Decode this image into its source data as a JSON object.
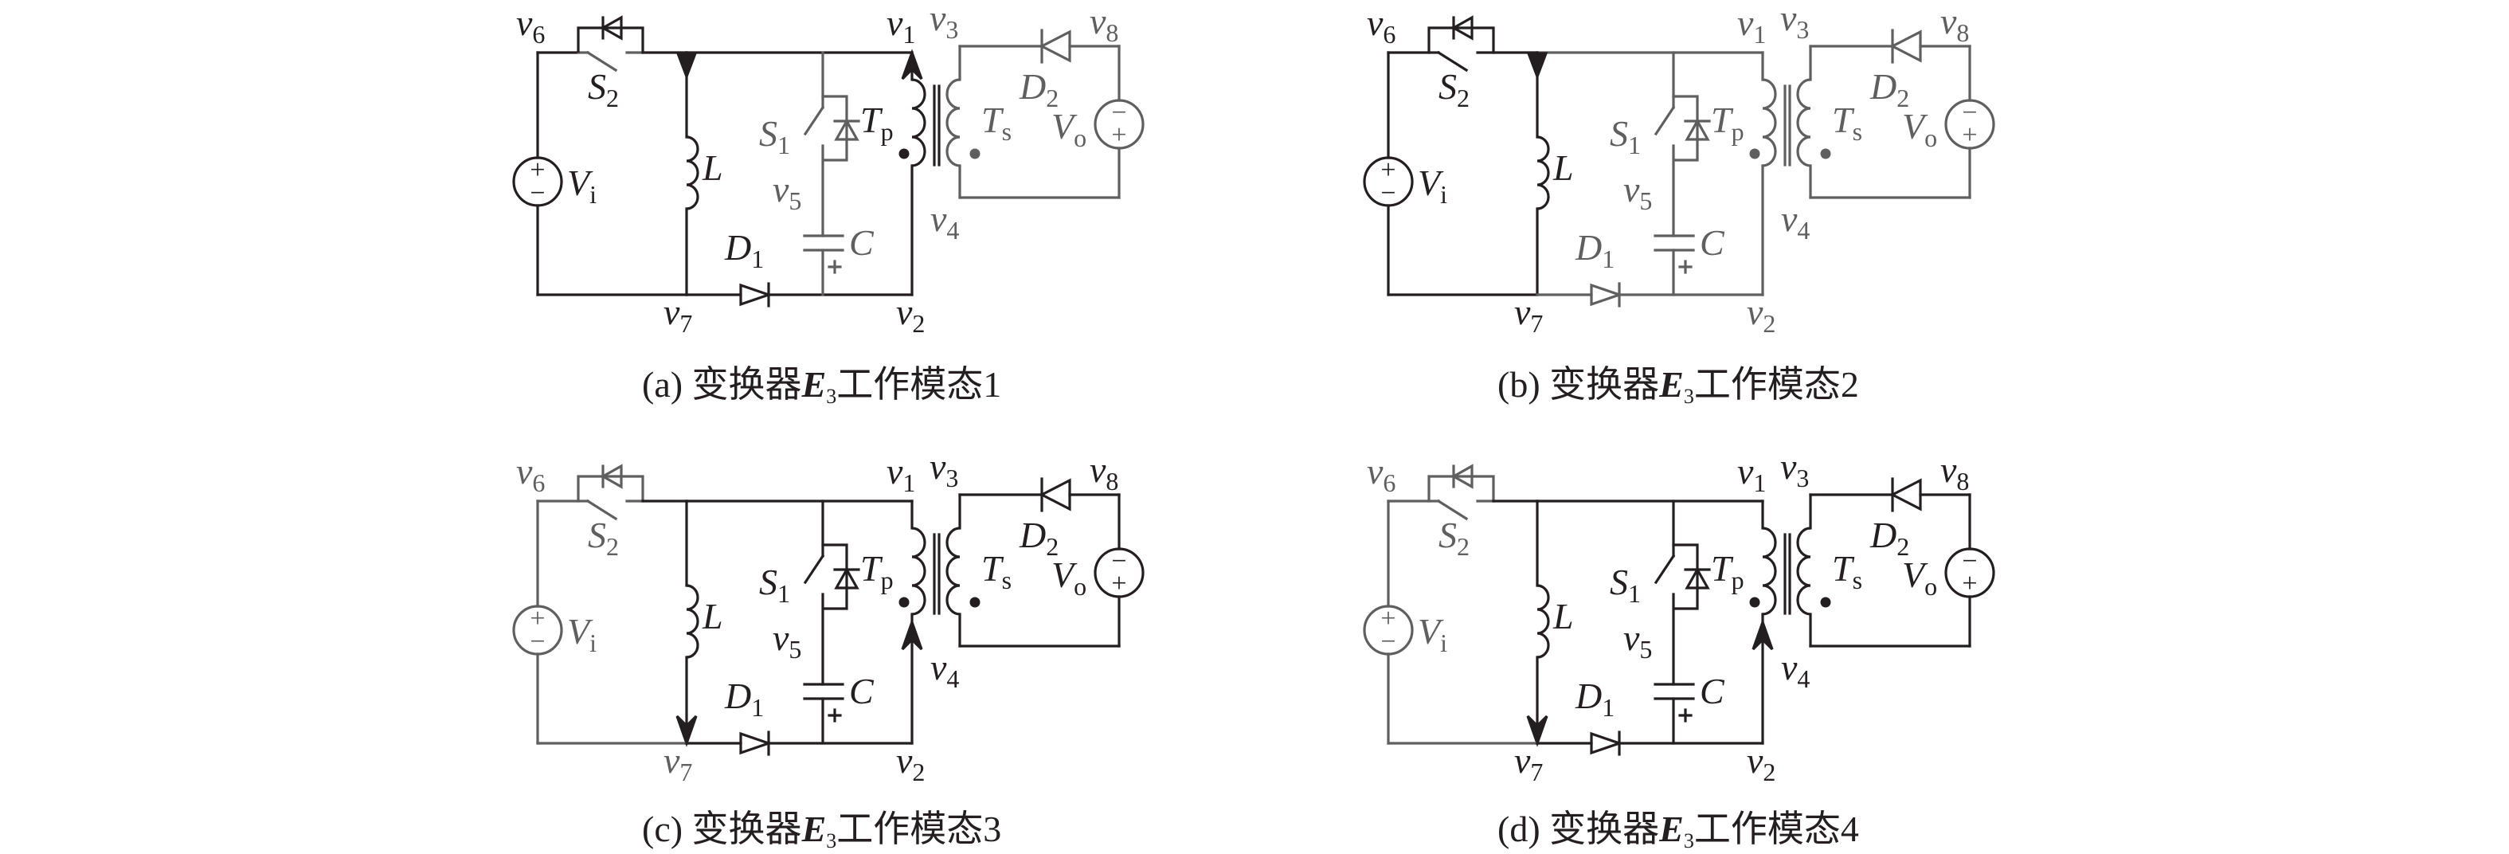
{
  "figure": {
    "colors": {
      "active": "#231f20",
      "inactive": "#5f5f5f"
    },
    "panels": [
      {
        "id": "a",
        "caption": {
          "prefix": "(a) 变换器",
          "symbol": "E",
          "subscript": "3",
          "suffix": "工作模态1"
        },
        "state": {
          "vi": "active",
          "s2_switch": "inactive",
          "s2_diode": "active",
          "s2_left": "active",
          "s2_right": "active",
          "top_left": "active",
          "top_right": "active",
          "inductor": "active",
          "bottom_left": "active",
          "bottom_right": "active",
          "d1": "active",
          "s1_branch": "inactive",
          "cap": "inactive",
          "tp": "active",
          "secondary": "inactive",
          "arrow_l_top": true,
          "arrow_tp_top": true,
          "arrow_l_bottom": false,
          "arrow_tp_bottom": false,
          "dot_tp": "active",
          "dot_ts": "inactive"
        },
        "labels": {
          "v6": "active",
          "v1": "active",
          "v3": "inactive",
          "v8": "inactive",
          "S2": "active",
          "Vi": "active",
          "L": "active",
          "S1": "inactive",
          "Tp": "active",
          "Ts": "inactive",
          "D2": "inactive",
          "Vo": "inactive",
          "v5": "inactive",
          "v4": "inactive",
          "D1": "active",
          "C": "inactive",
          "v7": "active",
          "v2": "active"
        }
      },
      {
        "id": "b",
        "caption": {
          "prefix": "(b) 变换器",
          "symbol": "E",
          "subscript": "3",
          "suffix": "工作模态2"
        },
        "state": {
          "vi": "active",
          "s2_switch": "active",
          "s2_diode": "active",
          "s2_left": "active",
          "s2_right": "active",
          "top_left": "active",
          "top_right": "inactive",
          "inductor": "active",
          "bottom_left": "active",
          "bottom_right": "inactive",
          "d1": "inactive",
          "s1_branch": "inactive",
          "cap": "inactive",
          "tp": "inactive",
          "secondary": "inactive",
          "arrow_l_top": true,
          "arrow_tp_top": false,
          "arrow_l_bottom": false,
          "arrow_tp_bottom": false,
          "dot_tp": "inactive",
          "dot_ts": "inactive"
        },
        "labels": {
          "v6": "active",
          "v1": "inactive",
          "v3": "inactive",
          "v8": "inactive",
          "S2": "active",
          "Vi": "active",
          "L": "active",
          "S1": "inactive",
          "Tp": "inactive",
          "Ts": "inactive",
          "D2": "inactive",
          "Vo": "inactive",
          "v5": "inactive",
          "v4": "inactive",
          "D1": "inactive",
          "C": "inactive",
          "v7": "active",
          "v2": "inactive"
        }
      },
      {
        "id": "c",
        "caption": {
          "prefix": "(c) 变换器",
          "symbol": "E",
          "subscript": "3",
          "suffix": "工作模态3"
        },
        "state": {
          "vi": "inactive",
          "s2_switch": "inactive",
          "s2_diode": "inactive",
          "s2_left": "inactive",
          "s2_right": "inactive",
          "top_left": "active",
          "top_right": "active",
          "inductor": "active",
          "bottom_left": "inactive",
          "bottom_right": "active",
          "d1": "active",
          "s1_branch": "active",
          "cap": "active",
          "tp": "active",
          "secondary": "active",
          "arrow_l_top": false,
          "arrow_tp_top": false,
          "arrow_l_bottom": true,
          "arrow_tp_bottom": true,
          "dot_tp": "active",
          "dot_ts": "active"
        },
        "labels": {
          "v6": "inactive",
          "v1": "active",
          "v3": "active",
          "v8": "active",
          "S2": "inactive",
          "Vi": "inactive",
          "L": "active",
          "S1": "active",
          "Tp": "active",
          "Ts": "active",
          "D2": "active",
          "Vo": "active",
          "v5": "active",
          "v4": "active",
          "D1": "active",
          "C": "active",
          "v7": "inactive",
          "v2": "active"
        }
      },
      {
        "id": "d",
        "caption": {
          "prefix": "(d) 变换器",
          "symbol": "E",
          "subscript": "3",
          "suffix": "工作模态4"
        },
        "state": {
          "vi": "inactive",
          "s2_switch": "inactive",
          "s2_diode": "inactive",
          "s2_left": "inactive",
          "s2_right": "inactive",
          "top_left": "active",
          "top_right": "active",
          "inductor": "active",
          "bottom_left": "inactive",
          "bottom_right": "active",
          "d1": "active",
          "s1_branch": "active",
          "cap": "active",
          "tp": "active",
          "secondary": "active",
          "arrow_l_top": false,
          "arrow_tp_top": false,
          "arrow_l_bottom": true,
          "arrow_tp_bottom": true,
          "dot_tp": "active",
          "dot_ts": "active"
        },
        "labels": {
          "v6": "inactive",
          "v1": "active",
          "v3": "active",
          "v8": "active",
          "S2": "inactive",
          "Vi": "inactive",
          "L": "active",
          "S1": "active",
          "Tp": "active",
          "Ts": "active",
          "D2": "active",
          "Vo": "active",
          "v5": "active",
          "v4": "active",
          "D1": "active",
          "C": "active",
          "v7": "active",
          "v2": "active"
        }
      }
    ],
    "node_labels": {
      "v1": {
        "base": "v",
        "sub": "1"
      },
      "v2": {
        "base": "v",
        "sub": "2"
      },
      "v3": {
        "base": "v",
        "sub": "3"
      },
      "v4": {
        "base": "v",
        "sub": "4"
      },
      "v5": {
        "base": "v",
        "sub": "5"
      },
      "v6": {
        "base": "v",
        "sub": "6"
      },
      "v7": {
        "base": "v",
        "sub": "7"
      },
      "v8": {
        "base": "v",
        "sub": "8"
      }
    },
    "component_labels": {
      "S2": {
        "base": "S",
        "sub": "2"
      },
      "S1": {
        "base": "S",
        "sub": "1"
      },
      "Vi": {
        "base": "V",
        "sub": "i"
      },
      "Vo": {
        "base": "V",
        "sub": "o"
      },
      "L": {
        "base": "L",
        "sub": ""
      },
      "C": {
        "base": "C",
        "sub": ""
      },
      "D1": {
        "base": "D",
        "sub": "1"
      },
      "D2": {
        "base": "D",
        "sub": "2"
      },
      "Tp": {
        "base": "T",
        "sub": "p"
      },
      "Ts": {
        "base": "T",
        "sub": "s"
      }
    },
    "source_signs": {
      "plus": "+",
      "minus": "−"
    }
  }
}
